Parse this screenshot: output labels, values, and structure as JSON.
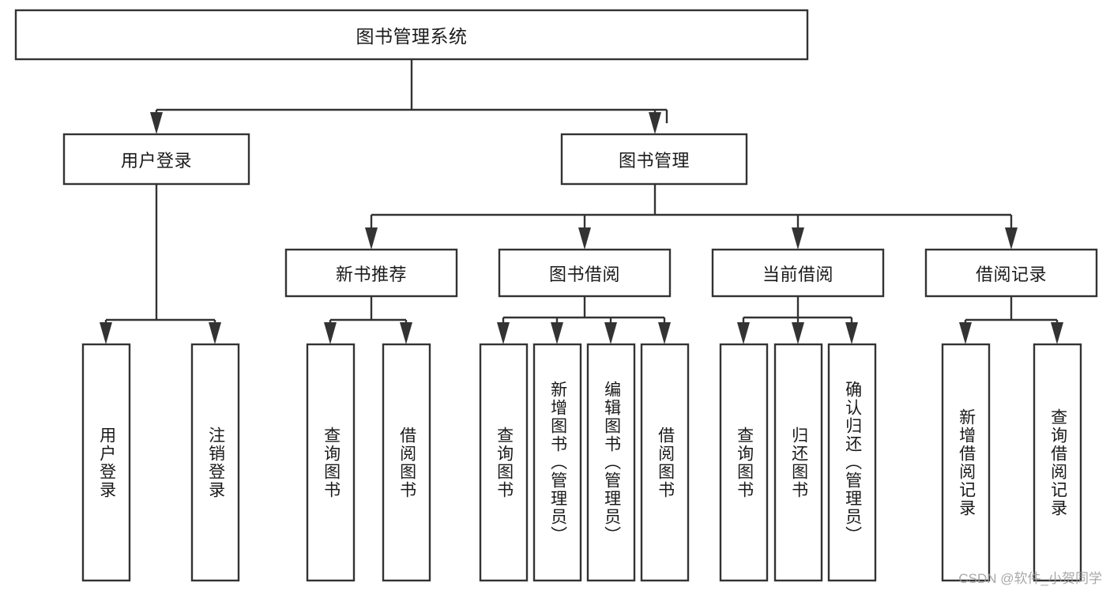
{
  "diagram": {
    "type": "tree",
    "title": "图书管理系统",
    "nodes": {
      "root": {
        "label": "图书管理系统",
        "level": 0,
        "orientation": "horizontal"
      },
      "l1_a": {
        "label": "用户登录",
        "level": 1,
        "orientation": "horizontal"
      },
      "l1_b": {
        "label": "图书管理",
        "level": 1,
        "orientation": "horizontal"
      },
      "l2_a": {
        "label": "新书推荐",
        "level": 2,
        "orientation": "horizontal"
      },
      "l2_b": {
        "label": "图书借阅",
        "level": 2,
        "orientation": "horizontal"
      },
      "l2_c": {
        "label": "当前借阅",
        "level": 2,
        "orientation": "horizontal"
      },
      "l2_d": {
        "label": "借阅记录",
        "level": 2,
        "orientation": "horizontal"
      },
      "leaf_1": {
        "label": "用户登录",
        "level": 3,
        "orientation": "vertical"
      },
      "leaf_2": {
        "label": "注销登录",
        "level": 3,
        "orientation": "vertical"
      },
      "leaf_3": {
        "label": "查询图书",
        "level": 3,
        "orientation": "vertical"
      },
      "leaf_4": {
        "label": "借阅图书",
        "level": 3,
        "orientation": "vertical"
      },
      "leaf_5": {
        "label": "查询图书",
        "level": 3,
        "orientation": "vertical"
      },
      "leaf_6": {
        "label": "新增图书（管理员）",
        "level": 3,
        "orientation": "vertical"
      },
      "leaf_7": {
        "label": "编辑图书（管理员）",
        "level": 3,
        "orientation": "vertical"
      },
      "leaf_8": {
        "label": "借阅图书",
        "level": 3,
        "orientation": "vertical"
      },
      "leaf_9": {
        "label": "查询图书",
        "level": 3,
        "orientation": "vertical"
      },
      "leaf_10": {
        "label": "归还图书",
        "level": 3,
        "orientation": "vertical"
      },
      "leaf_11": {
        "label": "确认归还（管理员）",
        "level": 3,
        "orientation": "vertical"
      },
      "leaf_12": {
        "label": "新增借阅记录",
        "level": 3,
        "orientation": "vertical"
      },
      "leaf_13": {
        "label": "查询借阅记录",
        "level": 3,
        "orientation": "vertical"
      }
    },
    "edges": [
      {
        "from": "root",
        "to": "l1_a"
      },
      {
        "from": "root",
        "to": "l1_b"
      },
      {
        "from": "l1_a",
        "to": "leaf_1"
      },
      {
        "from": "l1_a",
        "to": "leaf_2"
      },
      {
        "from": "l1_b",
        "to": "l2_a"
      },
      {
        "from": "l1_b",
        "to": "l2_b"
      },
      {
        "from": "l1_b",
        "to": "l2_c"
      },
      {
        "from": "l1_b",
        "to": "l2_d"
      },
      {
        "from": "l2_a",
        "to": "leaf_3"
      },
      {
        "from": "l2_a",
        "to": "leaf_4"
      },
      {
        "from": "l2_b",
        "to": "leaf_5"
      },
      {
        "from": "l2_b",
        "to": "leaf_6"
      },
      {
        "from": "l2_b",
        "to": "leaf_7"
      },
      {
        "from": "l2_b",
        "to": "leaf_8"
      },
      {
        "from": "l2_c",
        "to": "leaf_9"
      },
      {
        "from": "l2_c",
        "to": "leaf_10"
      },
      {
        "from": "l2_c",
        "to": "leaf_11"
      },
      {
        "from": "l2_d",
        "to": "leaf_12"
      },
      {
        "from": "l2_d",
        "to": "leaf_13"
      }
    ],
    "colors": {
      "node_stroke": "#333333",
      "node_fill": "#ffffff",
      "text": "#1a1a1a",
      "connector": "#333333",
      "background": "#ffffff",
      "watermark": "#9a9a9a"
    }
  },
  "watermark": {
    "text": "CSDN @软件_小贺同学"
  }
}
